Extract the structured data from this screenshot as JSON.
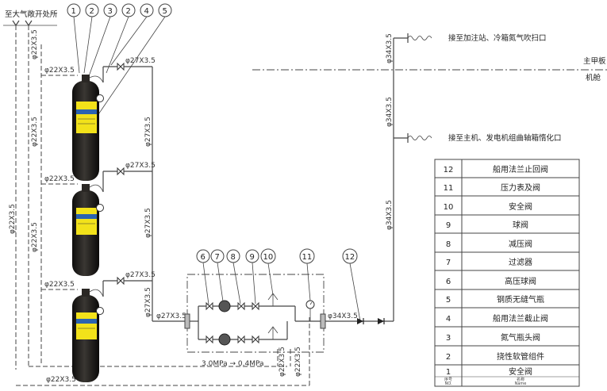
{
  "labels": {
    "vent_to_atmosphere": "至大气敞开处所",
    "filling_station": "接至加注站、冷箱氮气吹扫口",
    "crankcase": "接至主机、发电机组曲轴箱惰化口",
    "main_deck": "主甲板",
    "engine_room": "机舱",
    "pressure_note": "3.0MPa → 0.4MPa"
  },
  "pipe_sizes": {
    "d22": "φ22X3.5",
    "d27": "φ27X3.5",
    "d34": "φ34X3.5"
  },
  "callouts": [
    "1",
    "2",
    "3",
    "2",
    "4",
    "5",
    "6",
    "7",
    "8",
    "9",
    "10",
    "11",
    "12"
  ],
  "legend": {
    "header_no": "序号",
    "header_no_en": "NO.",
    "header_name": "名称",
    "header_name_en": "Name",
    "rows": [
      {
        "no": "12",
        "name": "船用法兰止回阀"
      },
      {
        "no": "11",
        "name": "压力表及阀"
      },
      {
        "no": "10",
        "name": "安全阀"
      },
      {
        "no": "9",
        "name": "球阀"
      },
      {
        "no": "8",
        "name": "减压阀"
      },
      {
        "no": "7",
        "name": "过滤器"
      },
      {
        "no": "6",
        "name": "高压球阀"
      },
      {
        "no": "5",
        "name": "钢质无缝气瓶"
      },
      {
        "no": "4",
        "name": "船用法兰截止阀"
      },
      {
        "no": "3",
        "name": "氮气瓶头阀"
      },
      {
        "no": "2",
        "name": "挠性软管组件"
      },
      {
        "no": "1",
        "name": "安全阀"
      }
    ]
  },
  "colors": {
    "cylinder_body": "#1c1a18",
    "cylinder_label": "#f2e21a",
    "cylinder_band": "#2b63b0",
    "pipe": "#444444"
  }
}
